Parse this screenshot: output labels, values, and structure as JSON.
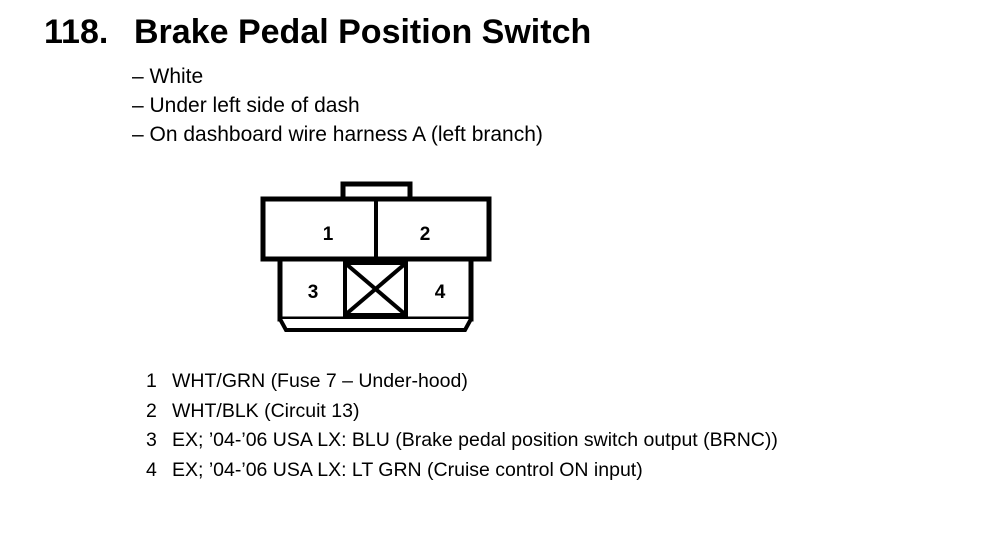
{
  "header": {
    "number": "118.",
    "title": "Brake Pedal Position Switch"
  },
  "description": [
    "– White",
    "– Under left side of dash",
    "– On dashboard wire harness A (left branch)"
  ],
  "connector": {
    "cavities": [
      {
        "number": "1"
      },
      {
        "number": "2"
      },
      {
        "number": "3"
      },
      {
        "number": "4"
      }
    ]
  },
  "pin_list": [
    {
      "number": "1",
      "text": "WHT/GRN (Fuse 7 – Under-hood)"
    },
    {
      "number": "2",
      "text": "WHT/BLK (Circuit 13)"
    },
    {
      "number": "3",
      "text": "EX; ’04-’06 USA LX: BLU (Brake pedal position switch output (BRNC))"
    },
    {
      "number": "4",
      "text": "EX; ’04-’06 USA LX: LT GRN (Cruise control ON input)"
    }
  ]
}
